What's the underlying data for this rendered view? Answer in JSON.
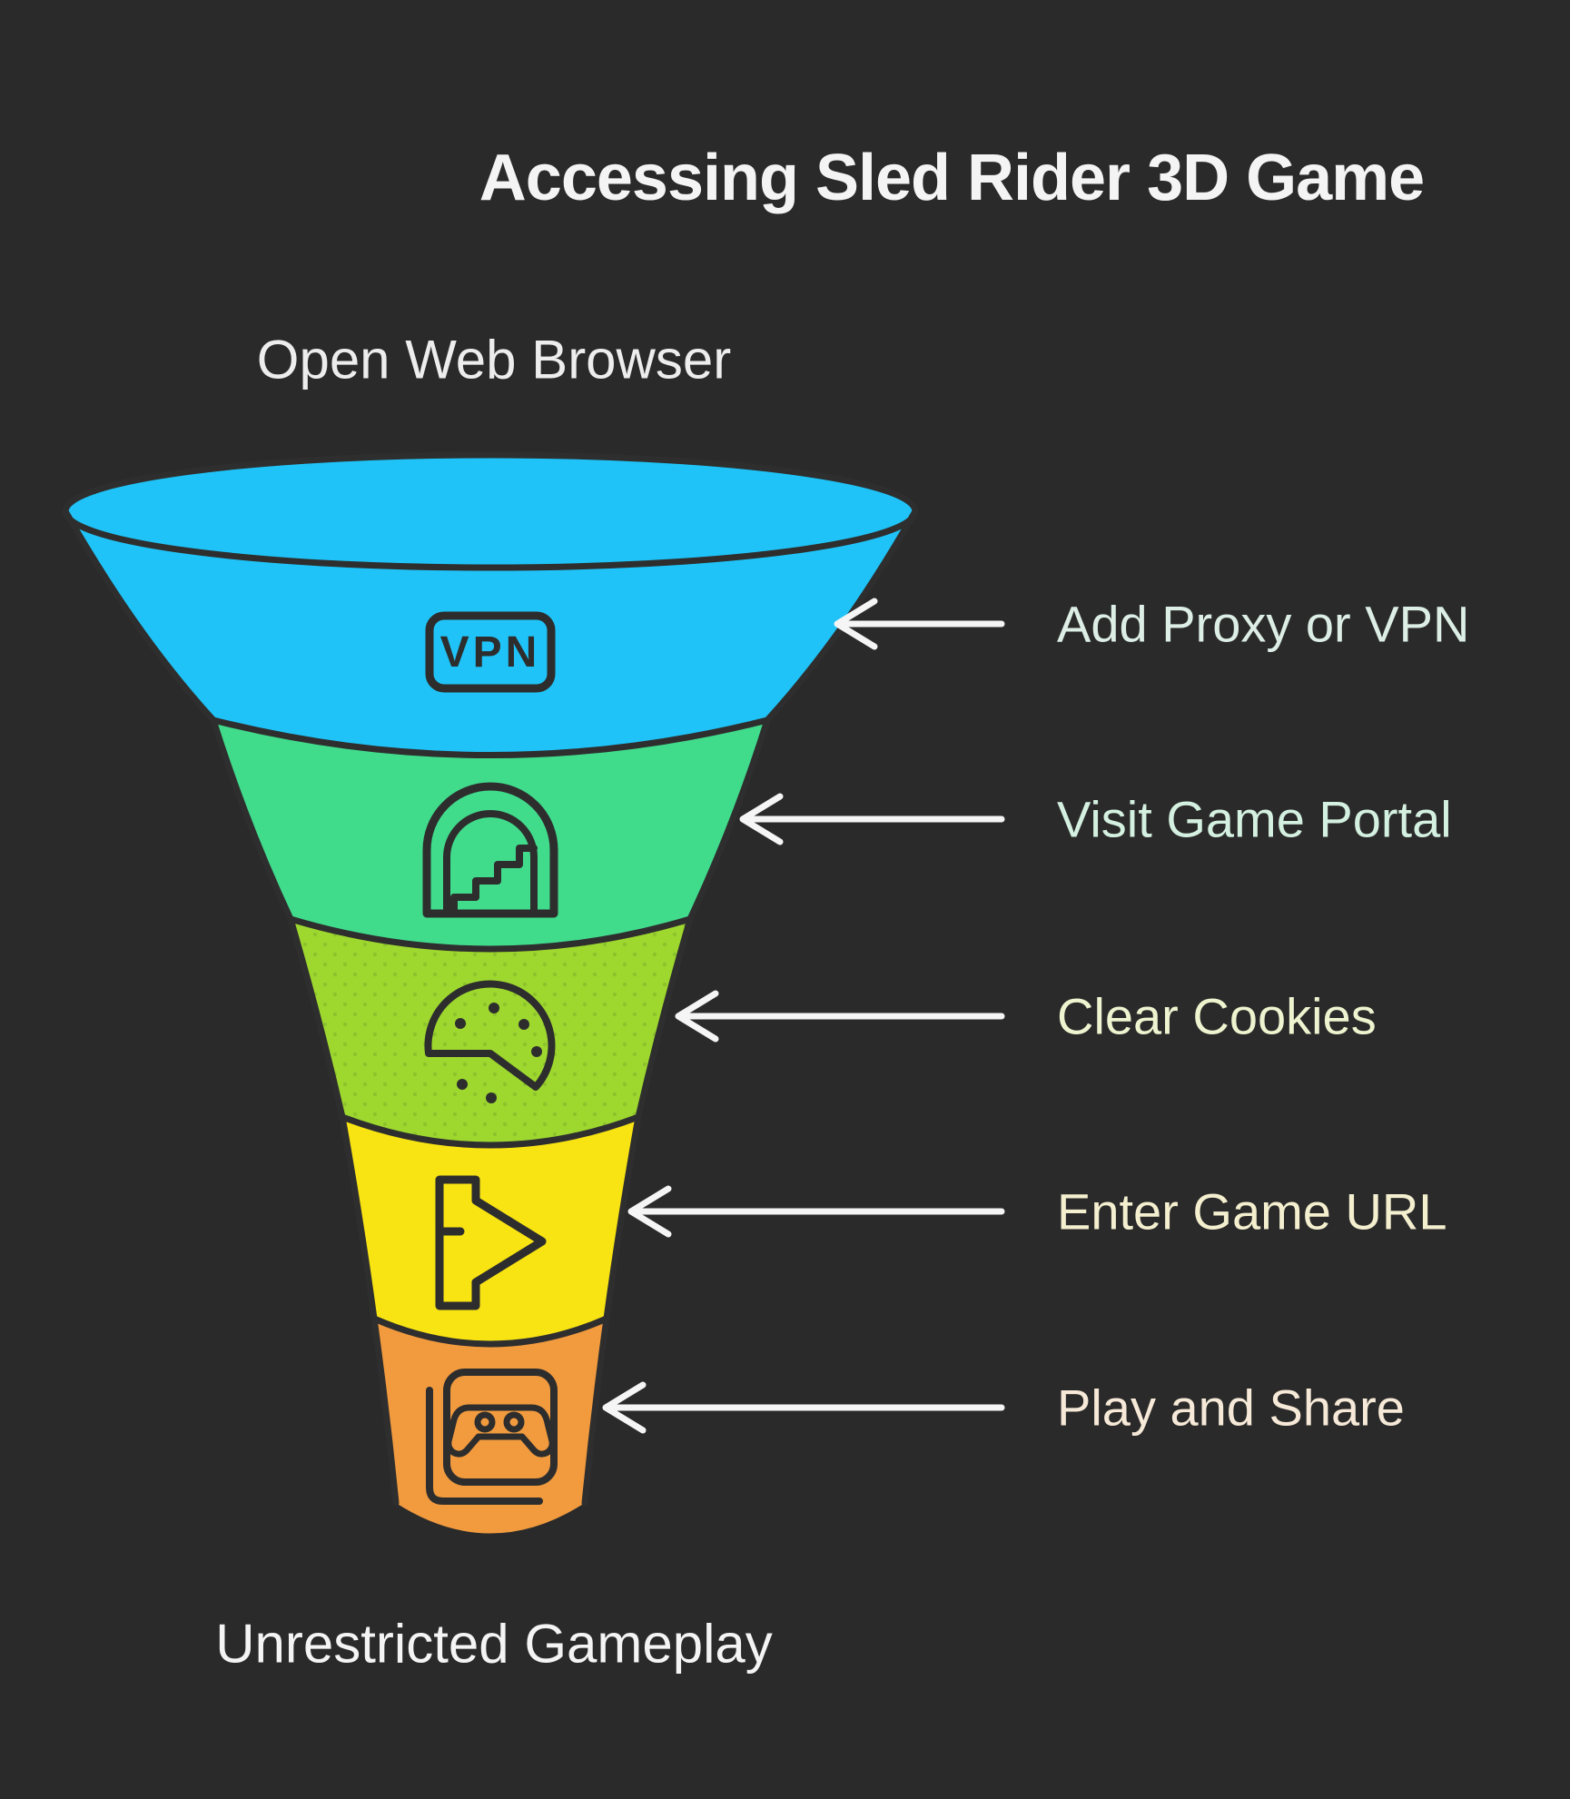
{
  "title": "Accessing Sled Rider 3D Game",
  "funnel": {
    "top_label": "Open Web Browser",
    "bottom_label": "Unrestricted Gameplay",
    "vpn_badge_text": "VPN",
    "stages": [
      {
        "label": "Add Proxy or VPN",
        "color": "#1FC3F7",
        "label_color": "#DCEEE5",
        "icon": "vpn-badge-icon"
      },
      {
        "label": "Visit Game Portal",
        "color": "#41DB8C",
        "label_color": "#D4F0E0",
        "icon": "portal-stairs-icon"
      },
      {
        "label": "Clear Cookies",
        "color": "#9ED82F",
        "label_color": "#EDF4CF",
        "icon": "cookie-icon"
      },
      {
        "label": "Enter Game URL",
        "color": "#F8E313",
        "label_color": "#F4EFCF",
        "icon": "forward-arrow-icon"
      },
      {
        "label": "Play and Share",
        "color": "#F19A3E",
        "label_color": "#F6E9D7",
        "icon": "gamepad-share-icon"
      }
    ]
  },
  "colors": {
    "background": "#2A2A2A",
    "outline": "#2E2E2E",
    "icon_stroke": "#2D2D2D",
    "arrow": "#F5F5F5",
    "lime_dot": "#8CC32B"
  }
}
